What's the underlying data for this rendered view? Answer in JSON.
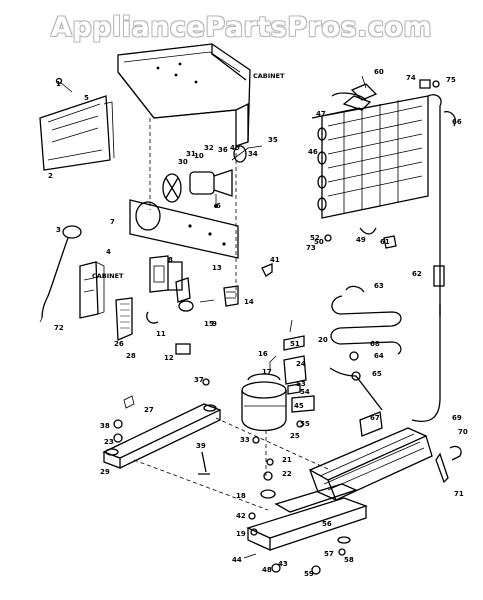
{
  "watermark": "AppliancePartsPros.com",
  "labels": {
    "cabinet_top": "CABINET",
    "cabinet_left": "CABINET"
  },
  "part_numbers": [
    "1",
    "2",
    "3",
    "4",
    "5",
    "6",
    "7",
    "8",
    "9",
    "10",
    "11",
    "12",
    "13",
    "14",
    "15",
    "16",
    "17",
    "18",
    "19",
    "20",
    "21",
    "22",
    "23",
    "24",
    "25",
    "26",
    "27",
    "28",
    "29",
    "30",
    "31",
    "32",
    "33",
    "34",
    "35",
    "36",
    "37",
    "38",
    "39",
    "40",
    "41",
    "42",
    "43",
    "44",
    "45",
    "46",
    "47",
    "48",
    "49",
    "50",
    "51",
    "52",
    "53",
    "54",
    "55",
    "56",
    "57",
    "58",
    "59",
    "60",
    "61",
    "62",
    "63",
    "64",
    "65",
    "66",
    "67",
    "68",
    "69",
    "70",
    "71",
    "72",
    "73",
    "74",
    "75"
  ]
}
